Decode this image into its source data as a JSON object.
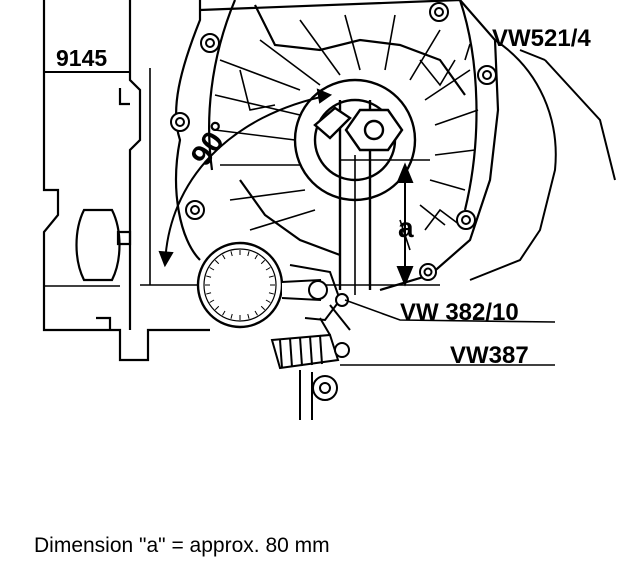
{
  "labels": {
    "tool_9145": "9145",
    "tool_vw521_4": "VW521/4",
    "tool_vw382_10": "VW 382/10",
    "tool_vw387": "VW387",
    "angle": "90°",
    "dimension_letter": "a"
  },
  "caption": "Dimension \"a\" = approx. 80 mm"
}
